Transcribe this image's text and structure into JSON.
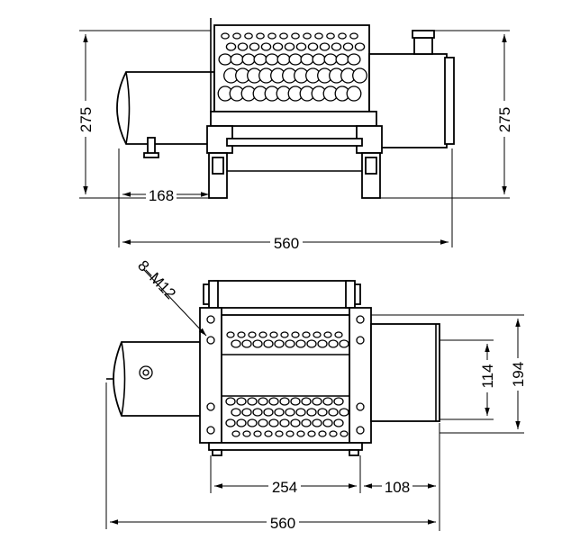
{
  "drawing": {
    "side_view": {
      "dim_height_left": "275",
      "dim_height_right": "275",
      "dim_offset": "168",
      "dim_total_length": "560"
    },
    "top_view": {
      "bolt_callout": "8–M12",
      "dim_inner_height": "114",
      "dim_outer_height": "194",
      "dim_frame_width": "254",
      "dim_motor_offset": "108",
      "dim_total_length": "560"
    }
  }
}
